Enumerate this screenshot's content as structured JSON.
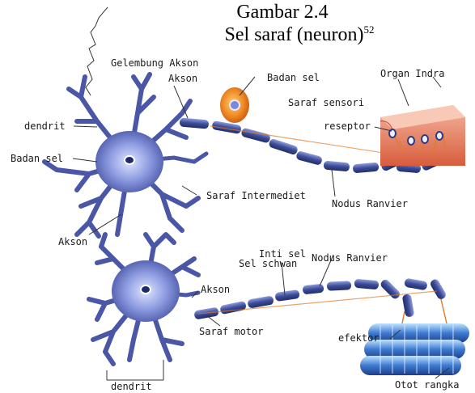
{
  "caption": {
    "line1": "Gambar 2.4",
    "line2": "Sel saraf (neuron)",
    "footnote": "52"
  },
  "labels": {
    "gelembung_akson": "Gelembung Akson",
    "akson_top": "Akson",
    "badan_sel_orb": "Badan sel",
    "organ_indra": "Organ Indra",
    "saraf_sensori": "Saraf sensori",
    "reseptor": "reseptor",
    "dendrit_top": "dendrit",
    "badan_sel_left": "Badan sel",
    "saraf_intermediet": "Saraf Intermediet",
    "nodus_ranvier_top": "Nodus Ranvier",
    "akson_mid": "Akson",
    "inti_sel": "Inti sel",
    "sel_schwan": "Sel schwan",
    "nodus_ranvier_bottom": "Nodus Ranvier",
    "akson_bottom": "Akson",
    "saraf_motor": "Saraf motor",
    "efektor": "efektor",
    "dendrit_bottom": "dendrit",
    "otot_rangka": "Otot rangka"
  },
  "colors": {
    "neuron_body": "#9aa6e6",
    "neuron_dark": "#3a4794",
    "axon": "#3f4f9a",
    "myelin_gap": "#e07b2a",
    "orb": "#e8761c",
    "organ": "#e37a5e",
    "muscle": "#4a7ec8"
  }
}
